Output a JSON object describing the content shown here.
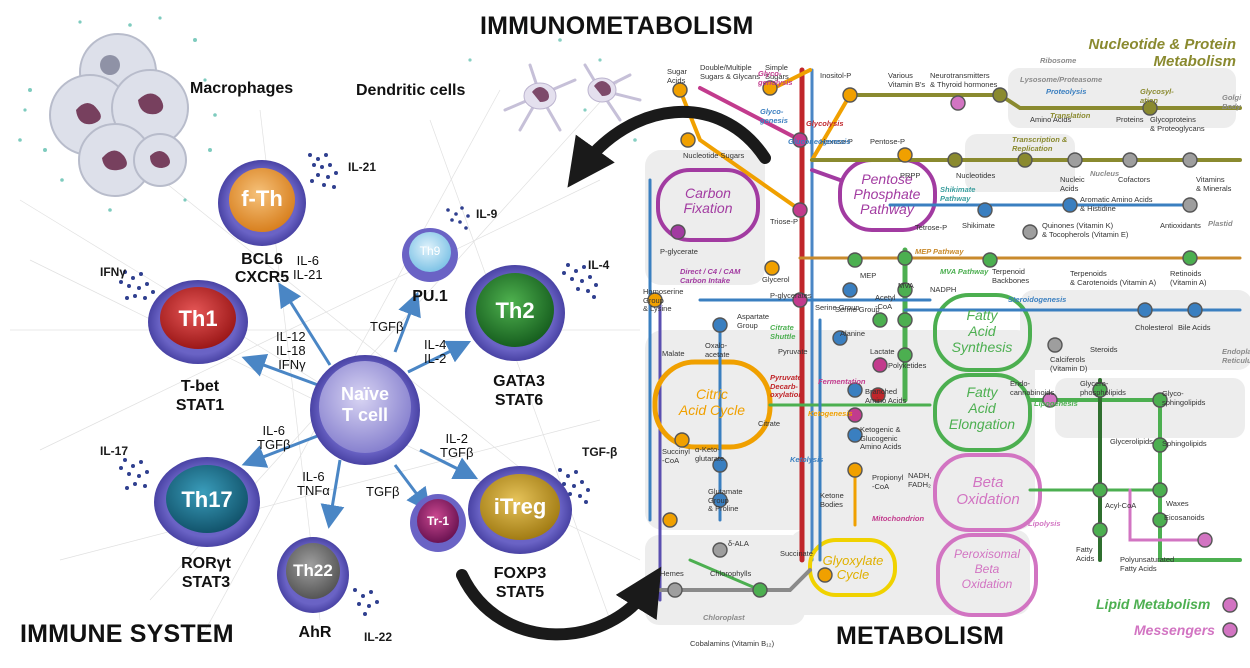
{
  "headings": {
    "immunometabolism": "IMMUNOMETABOLISM",
    "immune_system": "IMMUNE SYSTEM",
    "metabolism": "METABOLISM"
  },
  "immune": {
    "macrophages": "Macrophages",
    "dendritic": "Dendritic cells",
    "cells": {
      "fth": "f-Th",
      "th1": "Th1",
      "th9": "Th9",
      "th2": "Th2",
      "naive": "Naïve\nT cell",
      "th17": "Th17",
      "th22": "Th22",
      "tr1": "Tr-1",
      "itreg": "iTreg"
    },
    "transcription": {
      "fth": "BCL6\nCXCR5",
      "th9": "PU.1",
      "th1": "T-bet\nSTAT1",
      "th2": "GATA3\nSTAT6",
      "th17": "RORγt\nSTAT3",
      "th22": "AhR",
      "itreg": "FOXP3\nSTAT5"
    },
    "secreted": {
      "il21": "IL-21",
      "il9": "IL-9",
      "ifng": "IFNγ",
      "il4": "IL-4",
      "il17": "IL-17",
      "tgfb": "TGF-β",
      "il22": "IL-22"
    },
    "arrows": {
      "fth": "IL-6\nIL-21",
      "th9": "TGFβ",
      "th1": "IL-12\nIL-18\nIFNγ",
      "th2": "IL-4\nIL-2",
      "th17": "IL-6\nTGFβ",
      "th22": "IL-6\nTNFα",
      "tr1": "TGFβ",
      "itreg": "IL-2\nTGFβ"
    }
  },
  "metabolism": {
    "category_nucleotide": "Nucleotide & Protein\nMetabolism",
    "category_lipid": "Lipid Metabolism",
    "category_messengers": "Messengers",
    "pathways": {
      "carbon_fixation": "Carbon\nFixation",
      "pentose": "Pentose\nPhosphate\nPathway",
      "citric": "Citric\nAcid Cycle",
      "fa_synthesis": "Fatty\nAcid\nSynthesis",
      "fa_elongation": "Fatty\nAcid\nElongation",
      "beta_oxidation": "Beta\nOxidation",
      "glyoxylate": "Glyoxylate\nCycle",
      "peroxisomal": "Peroxisomal\nBeta\nOxidation"
    },
    "small_labels": [
      "Sugar\nAcids",
      "Double/Multiple\nSugars & Glycans",
      "Simple\nSugars",
      "Inositol-P",
      "Various\nVitamin B's",
      "Neurotransmitters\n& Thyroid hormones",
      "Ribosome",
      "Lysosome/Proteasome",
      "Proteolysis",
      "Glycosyl-\nation",
      "Amino Acids",
      "Translation",
      "Proteins",
      "Glycoproteins\n& Proteoglycans",
      "Nucleotide Sugars",
      "Hexose-P",
      "Pentose-P",
      "Transcription &\nReplication",
      "PRPP",
      "Nucleotides",
      "Nucleic\nAcids",
      "Cofactors",
      "Vitamins\n& Minerals",
      "Shikimate\nPathway",
      "Aromatic Amino Acids\n& Histidine",
      "Shikimate",
      "Tetrose-P",
      "Triose-P",
      "Quinones (Vitamin K)\n& Tocopherols (Vitamin E)",
      "Antioxidants",
      "P-glycerate",
      "Glycerol",
      "MEP Pathway",
      "MEP",
      "Terpenoid\nBackbones",
      "Terpenoids\n& Carotenoids (Vitamin A)",
      "Retinoids\n(Vitamin A)",
      "MVA",
      "MVA Pathway",
      "NADPH",
      "Direct / C4 / CAM\nCarbon Intake",
      "P-glycerates",
      "Serine Group",
      "Acetyl\n-CoA",
      "Steroidogenesis",
      "Cholesterol",
      "Bile Acids",
      "Aspartate\nGroup",
      "Citrate\nShuttle",
      "Alanine",
      "Calciferols\n(Vitamin D)",
      "Steroids",
      "Malate",
      "Oxalo-\nacetate",
      "Pyruvate",
      "Lactate",
      "Polyketides",
      "Endo-\ncannabinoids",
      "Glycero-\nphospholipids",
      "Pyruvate\nDecarb-\noxylation",
      "Fermentation",
      "Branched\nAmino Acids",
      "Glyco-\nsphingolipids",
      "Citrate",
      "Ketogenic &\nGlucogenic\nAmino Acids",
      "Glycerolipids",
      "Sphingolipids",
      "Succinyl\n-CoA",
      "α-Keto-\nglutarate",
      "NADH,\nFADH₂",
      "Propionyl\n-CoA",
      "Acyl-CoA",
      "Waxes",
      "Glutamate\nGroup\n& Proline",
      "Ketone\nBodies",
      "Mitochondrion",
      "Eicosanoids",
      "δ-ALA",
      "Succinate",
      "Hemes",
      "Chlorophylls",
      "Fatty\nAcids",
      "Polyunsaturated\nFatty Acids",
      "Chloroplast",
      "Cobalamins (Vitamin B₁₂)",
      "Glycolysis",
      "Gluconeogenesis",
      "Glyco-\ngenolysis",
      "Glyco-\ngenesis",
      "Lipogenesis",
      "Lipolysis",
      "Ketogenesis",
      "Ketolysis",
      "Plastid",
      "Nucleus",
      "Golgi\nBody",
      "Endoplasmic\nReticulum",
      "Serine Group",
      "Homoserine\nGroup\n& Lysine"
    ]
  },
  "colors": {
    "carbohydrate": "#c23b8d",
    "energy": "#f0a000",
    "lipid": "#4caf50",
    "amino": "#3a7fc0",
    "nucleotide": "#8a8a2f",
    "vitamin": "#8a8a8a",
    "messenger": "#d274c2",
    "glycolysis_red": "#c0262b",
    "pentose_purple": "#a23ba1",
    "dark_arrow": "#1a1a1a",
    "t_arrow": "#4a86c5"
  }
}
